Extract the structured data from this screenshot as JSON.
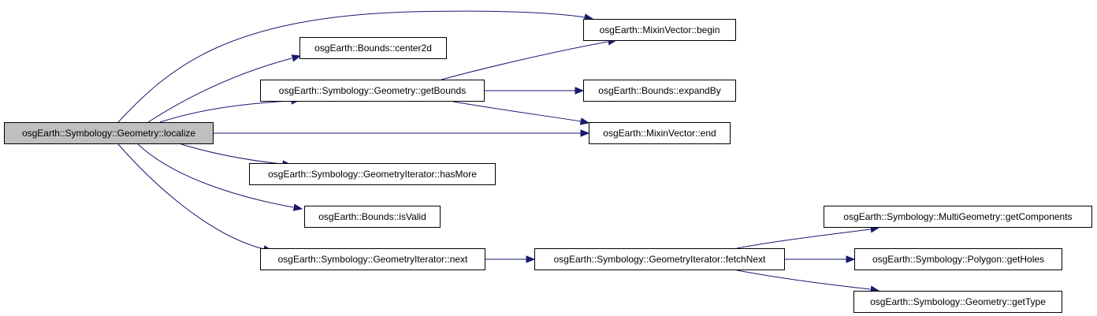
{
  "diagram": {
    "type": "call-graph",
    "colors": {
      "edge": "#191970",
      "root_fill": "#bfbfbf",
      "node_fill": "#ffffff",
      "border": "#000000"
    },
    "nodes": [
      {
        "id": "localize",
        "label": "osgEarth::Symbology::Geometry::localize",
        "root": true
      },
      {
        "id": "begin",
        "label": "osgEarth::MixinVector::begin"
      },
      {
        "id": "center2d",
        "label": "osgEarth::Bounds::center2d"
      },
      {
        "id": "getBounds",
        "label": "osgEarth::Symbology::Geometry::getBounds"
      },
      {
        "id": "expandBy",
        "label": "osgEarth::Bounds::expandBy"
      },
      {
        "id": "end",
        "label": "osgEarth::MixinVector::end"
      },
      {
        "id": "hasMore",
        "label": "osgEarth::Symbology::GeometryIterator::hasMore"
      },
      {
        "id": "isValid",
        "label": "osgEarth::Bounds::isValid"
      },
      {
        "id": "next",
        "label": "osgEarth::Symbology::GeometryIterator::next"
      },
      {
        "id": "fetchNext",
        "label": "osgEarth::Symbology::GeometryIterator::fetchNext"
      },
      {
        "id": "getComponents",
        "label": "osgEarth::Symbology::MultiGeometry::getComponents"
      },
      {
        "id": "getHoles",
        "label": "osgEarth::Symbology::Polygon::getHoles"
      },
      {
        "id": "getType",
        "label": "osgEarth::Symbology::Geometry::getType"
      }
    ],
    "edges": [
      {
        "from": "localize",
        "to": "begin"
      },
      {
        "from": "localize",
        "to": "center2d"
      },
      {
        "from": "localize",
        "to": "getBounds"
      },
      {
        "from": "localize",
        "to": "end"
      },
      {
        "from": "localize",
        "to": "hasMore"
      },
      {
        "from": "localize",
        "to": "isValid"
      },
      {
        "from": "localize",
        "to": "next"
      },
      {
        "from": "getBounds",
        "to": "begin"
      },
      {
        "from": "getBounds",
        "to": "expandBy"
      },
      {
        "from": "getBounds",
        "to": "end"
      },
      {
        "from": "next",
        "to": "fetchNext"
      },
      {
        "from": "fetchNext",
        "to": "getComponents"
      },
      {
        "from": "fetchNext",
        "to": "getHoles"
      },
      {
        "from": "fetchNext",
        "to": "getType"
      }
    ]
  }
}
